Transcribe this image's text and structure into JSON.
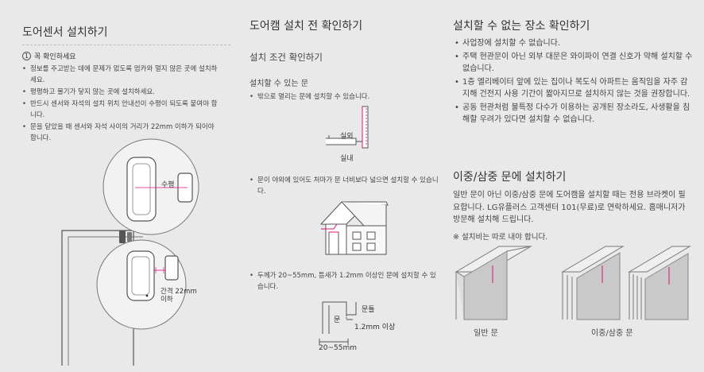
{
  "sections": {
    "sensor": {
      "title": "도어센서 설치하기",
      "notice_num": "1",
      "notice_title": "꼭 확인하세요",
      "bullets": [
        "정보를 주고받는 데에 문제가 없도록 멈카와 멀지 않은 곳에 설치하세요.",
        "평평하고 물기가 닿지 않는 곳에 설치하세요.",
        "반드시 센서와 자석의 설치 위치 안내선이 수평이 되도록 붙여야 합니다.",
        "문을 닫았을 때 센서와 자석 사이의 거리가 22mm 이하가 되어야 합니다."
      ],
      "fig_horizontal": "수평",
      "fig_gap_line1": "간격 22mm",
      "fig_gap_line2": "이하"
    },
    "doorcam": {
      "title": "도어캠 설치 전 확인하기",
      "subtitle": "설치 조건 확인하기",
      "label": "설치할 수 있는 문",
      "items": [
        "밖으로 열리는 문에 설치할 수 있습니다.",
        "문이 야외에 있어도 처마가 문 너비보다 넓으면 설치할 수 있습니다.",
        "두께가 20~55mm, 틈새가 1.2mm 이상인 문에 설치할 수 있습니다."
      ],
      "fig_outside": "실외",
      "fig_inside": "실내",
      "fig_door": "문",
      "fig_gap": "문틀",
      "fig_gap_dim": "1.2mm 이상",
      "fig_thickness": "20~55mm"
    },
    "noinstall": {
      "title": "설치할 수 없는 장소 확인하기",
      "bullets": [
        "사업장에 설치할 수 없습니다.",
        "주택 현관문이 아닌 외부 대문은 와이파이 연결 신호가 약해 설치할 수 없습니다.",
        "1층 엘리베이터 앞에 있는 집이나 복도식 아파트는 움직임을 자주 감지해 건전지 사용 기간이 짧아지므로 설치하지 않는 것을 권장합니다.",
        "공동 현관처럼 불특정 다수가 이용하는 공개된 장소라도, 사생활을 침해할 우려가 있다면 설치할 수 없습니다."
      ]
    },
    "double": {
      "title": "이중/삼중 문에 설치하기",
      "body": "일반 문이 아닌 이중/삼중 문에 도어캠을 설치할 때는 전용 브라켓이 필요합니다. LG유플러스 고객센터 101(무료)로 연락하세요. 홈매니저가 방문해 설치해 드립니다.",
      "note": "※ 설치비는 따로 내야 합니다.",
      "cap_normal": "일반 문",
      "cap_double": "이중/삼중 문"
    }
  },
  "colors": {
    "accent": "#e0107a",
    "background": "#e9e9e9"
  }
}
